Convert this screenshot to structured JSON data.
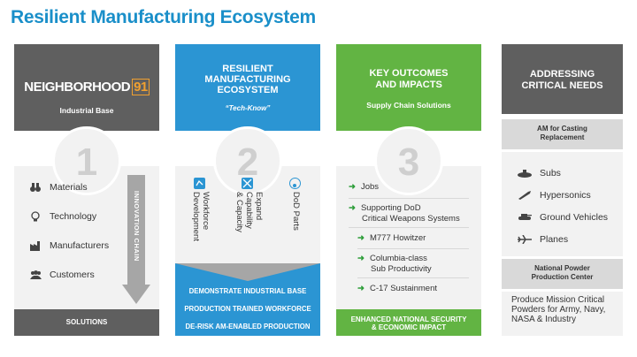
{
  "title": "Resilient Manufacturing Ecosystem",
  "col1": {
    "logo": "NEIGHBORHOOD",
    "logo_num": "91",
    "subtitle": "Industrial Base",
    "number": "1",
    "items": [
      "Materials",
      "Technology",
      "Manufacturers",
      "Customers"
    ],
    "arrow_label": "INNOVATION CHAIN",
    "footer": "SOLUTIONS"
  },
  "col2": {
    "heading_line1": "RESILIENT",
    "heading_line2": "MANUFACTURING",
    "heading_line3": "ECOSYSTEM",
    "tagline": "“Tech-Know”",
    "number": "2",
    "items": [
      {
        "line1": "Workforce",
        "line2": "Development"
      },
      {
        "line1": "Expand",
        "line2": "Capability",
        "line3": "& Capacity"
      },
      {
        "line1": "DoD Parts"
      }
    ],
    "footer_lines": [
      "DEMONSTRATE INDUSTRIAL BASE",
      "PRODUCTION TRAINED WORKFORCE",
      "DE-RISK AM-ENABLED PRODUCTION"
    ]
  },
  "col3": {
    "heading_line1": "KEY OUTCOMES",
    "heading_line2": "AND IMPACTS",
    "subtitle": "Supply Chain Solutions",
    "number": "3",
    "items": [
      {
        "line1": "Jobs"
      },
      {
        "line1": "Supporting DoD",
        "line2": "Critical Weapons Systems"
      },
      {
        "line1": "M777 Howitzer"
      },
      {
        "line1": "Columbia-class",
        "line2": "Sub Productivity"
      },
      {
        "line1": "C-17 Sustainment"
      }
    ],
    "footer_line1": "ENHANCED NATIONAL SECURITY",
    "footer_line2": "& ECONOMIC IMPACT"
  },
  "col4": {
    "heading_line1": "ADDRESSING",
    "heading_line2": "CRITICAL NEEDS",
    "box1_line1": "AM for Casting",
    "box1_line2": "Replacement",
    "needs": [
      "Subs",
      "Hypersonics",
      "Ground Vehicles",
      "Planes"
    ],
    "box2_line1": "National Powder",
    "box2_line2": "Production Center",
    "text_line1": "Produce Mission Critical",
    "text_line2": "Powders for Army, Navy,",
    "text_line3": "NASA & Industry"
  },
  "colors": {
    "title_blue": "#1a8fc9",
    "dark_gray": "#5f5f5f",
    "blue": "#2b95d3",
    "green": "#62b443",
    "light_bg": "#f2f2f2"
  }
}
